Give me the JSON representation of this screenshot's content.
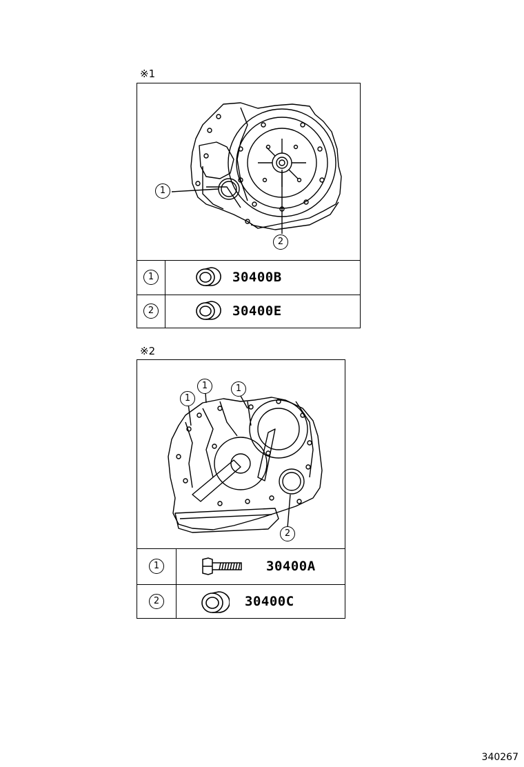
{
  "section1": {
    "label": "※1",
    "callouts": [
      "1",
      "2"
    ],
    "rows": [
      {
        "num": "1",
        "part": "30400B",
        "icon": "oil-seal-icon"
      },
      {
        "num": "2",
        "part": "30400E",
        "icon": "oil-seal-icon"
      }
    ]
  },
  "section2": {
    "label": "※2",
    "callouts": [
      "1",
      "1",
      "1",
      "2"
    ],
    "rows": [
      {
        "num": "1",
        "part": "30400A",
        "icon": "bolt-icon"
      },
      {
        "num": "2",
        "part": "30400C",
        "icon": "oil-seal-icon"
      }
    ]
  },
  "footer": {
    "code": "340267"
  }
}
